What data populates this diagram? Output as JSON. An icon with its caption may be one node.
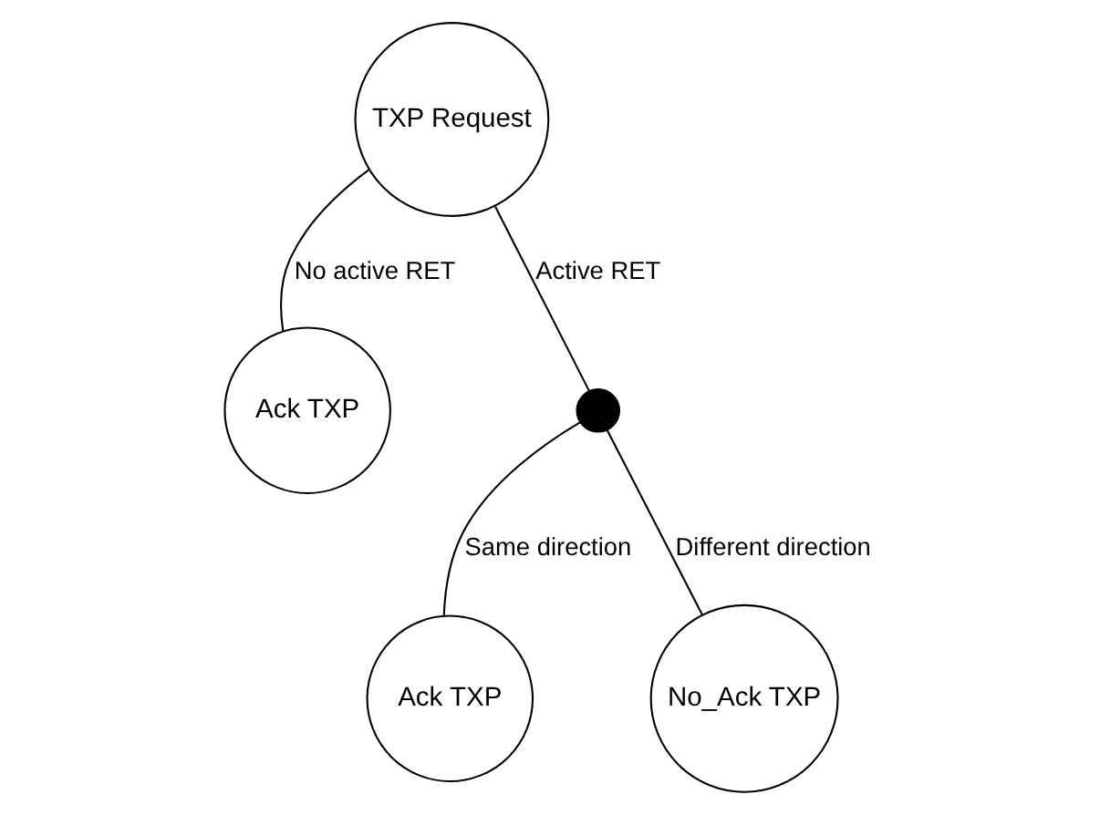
{
  "diagram": {
    "nodes": [
      {
        "text": [
          "TXP Request"
        ]
      },
      {
        "text": [
          "Ack TXP"
        ]
      },
      {
        "text": [],
        "shape": "circle"
      },
      {
        "text": [
          "Ack TXP"
        ]
      },
      {
        "text": [
          "No_Ack TXP"
        ]
      }
    ],
    "edges": [
      {
        "from": 0,
        "to": 1,
        "arrow": "none",
        "label": "No active RET"
      },
      {
        "from": 0,
        "to": 2,
        "arrow": "none",
        "label": "Active RET"
      },
      {
        "from": 2,
        "to": 3,
        "arrow": "none",
        "label": "Same direction"
      },
      {
        "from": 2,
        "to": 4,
        "arrow": "none",
        "label": "Different direction"
      }
    ]
  }
}
